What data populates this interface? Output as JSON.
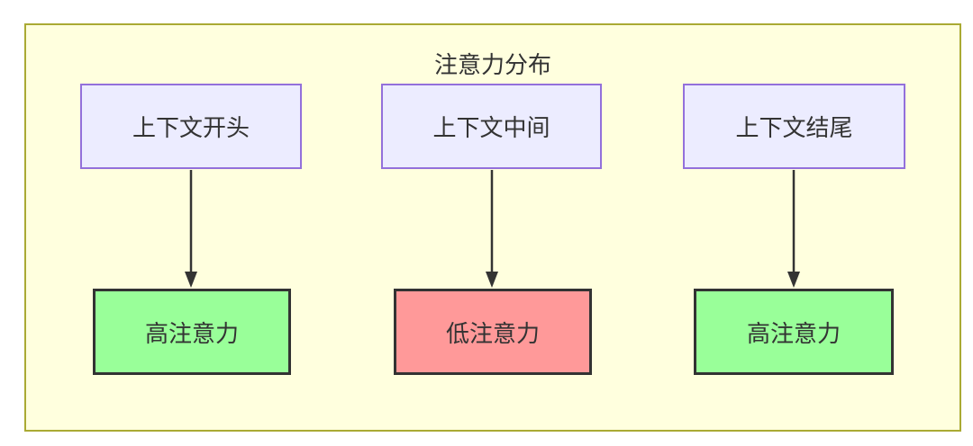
{
  "diagram": {
    "title": "注意力分布",
    "nodes": {
      "sources": [
        {
          "label": "上下文开头"
        },
        {
          "label": "上下文中间"
        },
        {
          "label": "上下文结尾"
        }
      ],
      "results": [
        {
          "label": "高注意力",
          "level": "high"
        },
        {
          "label": "低注意力",
          "level": "low"
        },
        {
          "label": "高注意力",
          "level": "high"
        }
      ]
    },
    "edges": [
      {
        "from": "上下文开头",
        "to": "高注意力"
      },
      {
        "from": "上下文中间",
        "to": "低注意力"
      },
      {
        "from": "上下文结尾",
        "to": "高注意力"
      }
    ],
    "colors": {
      "container_fill": "#ffffde",
      "container_border": "#aaaa33",
      "source_fill": "#ececff",
      "source_border": "#9370db",
      "high_attention_fill": "#99ff99",
      "low_attention_fill": "#ff9999",
      "result_border": "#333333",
      "arrow": "#333333",
      "text": "#333333"
    }
  }
}
